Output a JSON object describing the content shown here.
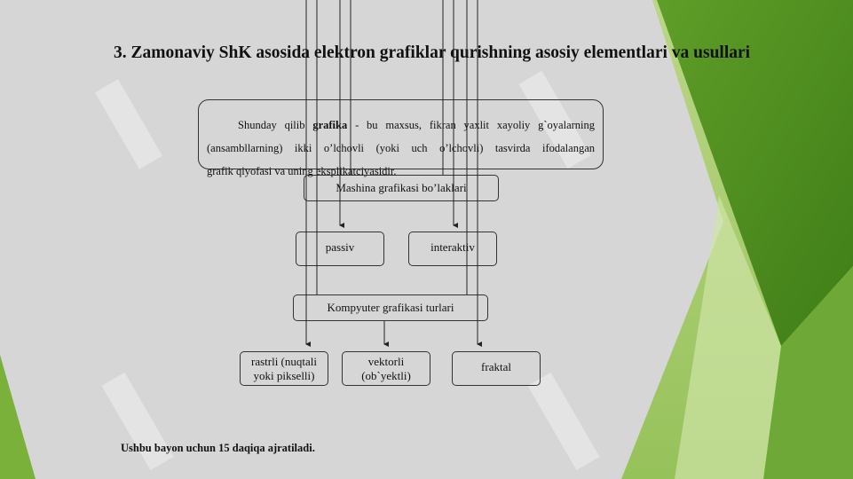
{
  "slide": {
    "title": "3. Zamonaviy ShK asosida elektron grafiklar qurishning asosiy elementlari va usullari",
    "definition": {
      "line1_before": "Shunday qilib ",
      "line1_bold": "grafika",
      "line1_after": " - bu maxsus, fikran yaxlit xayoliy g`oyalarning",
      "line2": "(ansambllarning) ikki o’lchovli (yoki uch o’lchovli) tasvirda ifodalangan",
      "line3": "grafik qiyofasi va uning eksplikatciyasidir."
    },
    "diagram": {
      "top_box": "Mashina grafikasi bo’laklari",
      "passive": "passiv",
      "interactive": "interaktiv",
      "middle_box": "Kompyuter grafikasi turlari",
      "raster": "rastrli (nuqtali yoki pikselli)",
      "vector": "vektorli (ob`yektli)",
      "fractal": "fraktal"
    },
    "footer": "Ushbu bayon uchun 15 daqiqa ajratiladi.",
    "colors": {
      "background": "#d6d6d6",
      "green_dark": "#4a8a1e",
      "green_light": "#a9cd6b"
    }
  }
}
